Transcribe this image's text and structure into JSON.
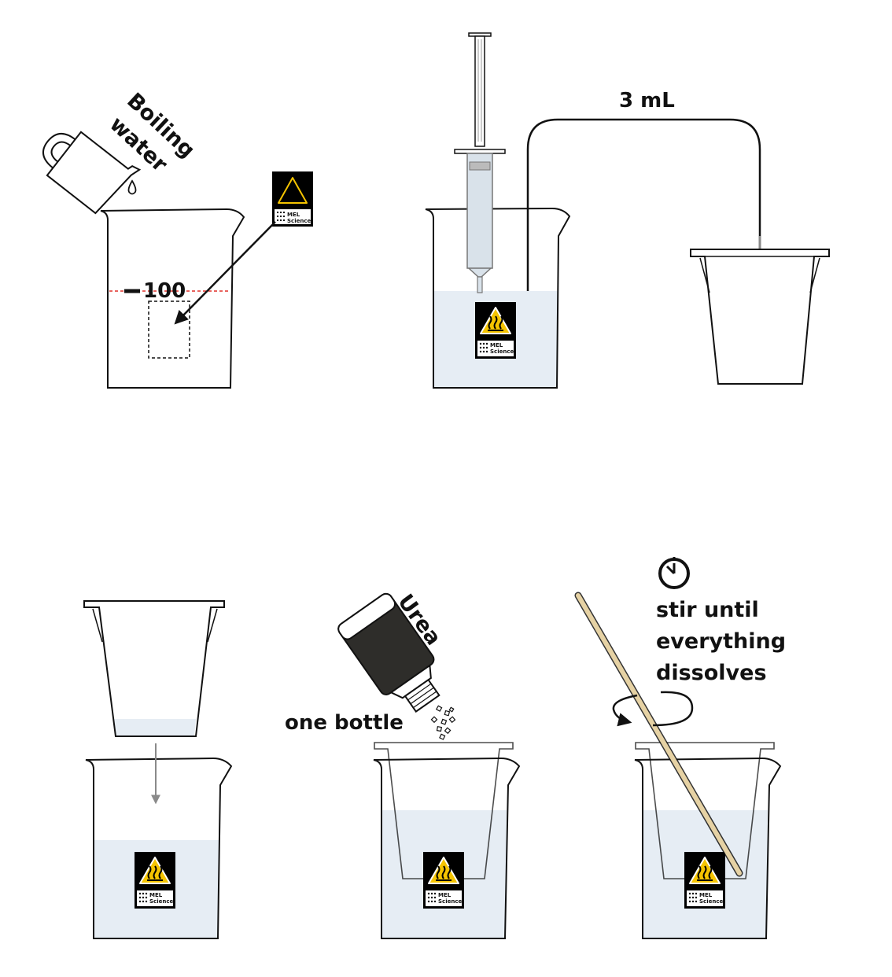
{
  "labels": {
    "boiling": "Boiling",
    "water": "water",
    "mark_100": "100",
    "volume": "3 mL",
    "urea": "Urea",
    "one_bottle": "one bottle",
    "stir_line1": "stir until",
    "stir_line2": "everything",
    "stir_line3": "dissolves"
  },
  "sticker": {
    "brand_line1": "MEL",
    "brand_line2": "Science"
  },
  "colors": {
    "outline": "#111111",
    "liquid": "#e6edf4",
    "warning": "#f5c400",
    "dashed_mark": "#e0302a",
    "arrow_grey": "#8a8a8a",
    "bottle": "#2e2d2a",
    "stick": "#e6d2a4"
  },
  "icons": [
    "jug-icon",
    "drop-icon",
    "sticker-icon",
    "hot-surface-warning-icon",
    "syringe-icon",
    "tube-icon",
    "arrow-icon",
    "bottle-icon",
    "granules-icon",
    "stirring-stick-icon",
    "rotate-arrow-icon",
    "timer-icon"
  ]
}
